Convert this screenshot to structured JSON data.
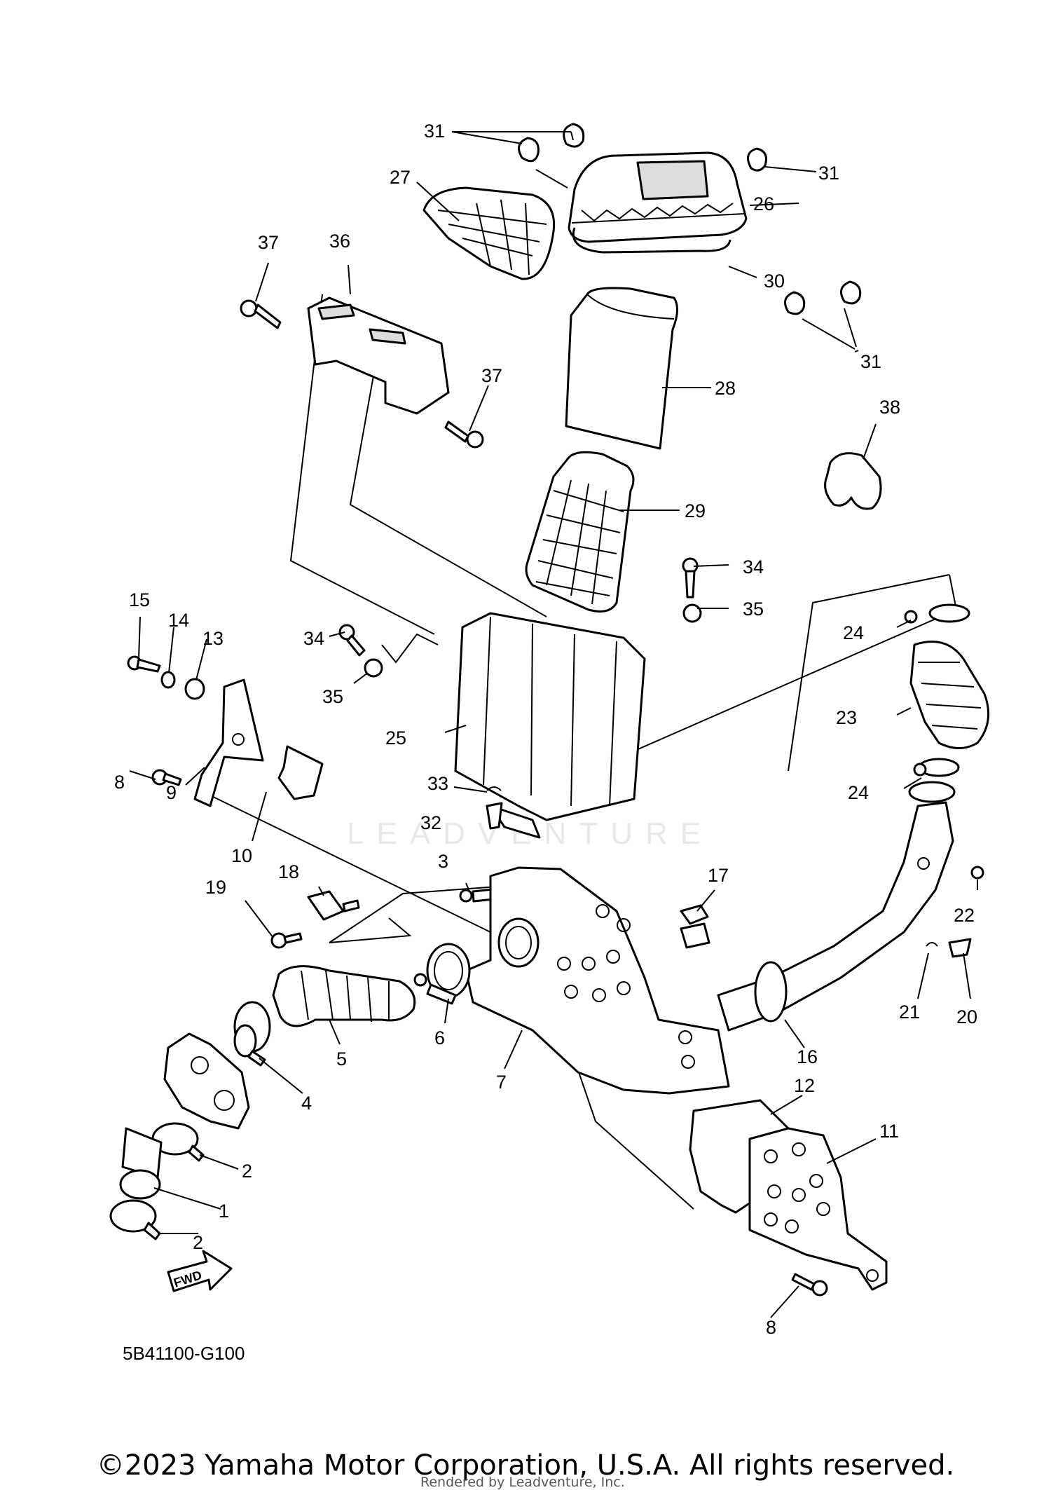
{
  "diagram": {
    "code": "5B41100-G100",
    "fwd_label": "FWD",
    "watermark": "LEADVENTURE",
    "copyright": "©2023 Yamaha Motor Corporation, U.S.A. All rights reserved.",
    "rendered_by": "Rendered by Leadventure, Inc.",
    "callouts": [
      "31",
      "31",
      "31",
      "27",
      "26",
      "30",
      "37",
      "36",
      "28",
      "37",
      "38",
      "29",
      "34",
      "35",
      "24",
      "15",
      "14",
      "13",
      "34",
      "35",
      "23",
      "25",
      "8",
      "9",
      "33",
      "24",
      "10",
      "32",
      "3",
      "17",
      "18",
      "22",
      "19",
      "21",
      "20",
      "6",
      "5",
      "4",
      "7",
      "16",
      "12",
      "11",
      "2",
      "1",
      "2",
      "8"
    ]
  }
}
